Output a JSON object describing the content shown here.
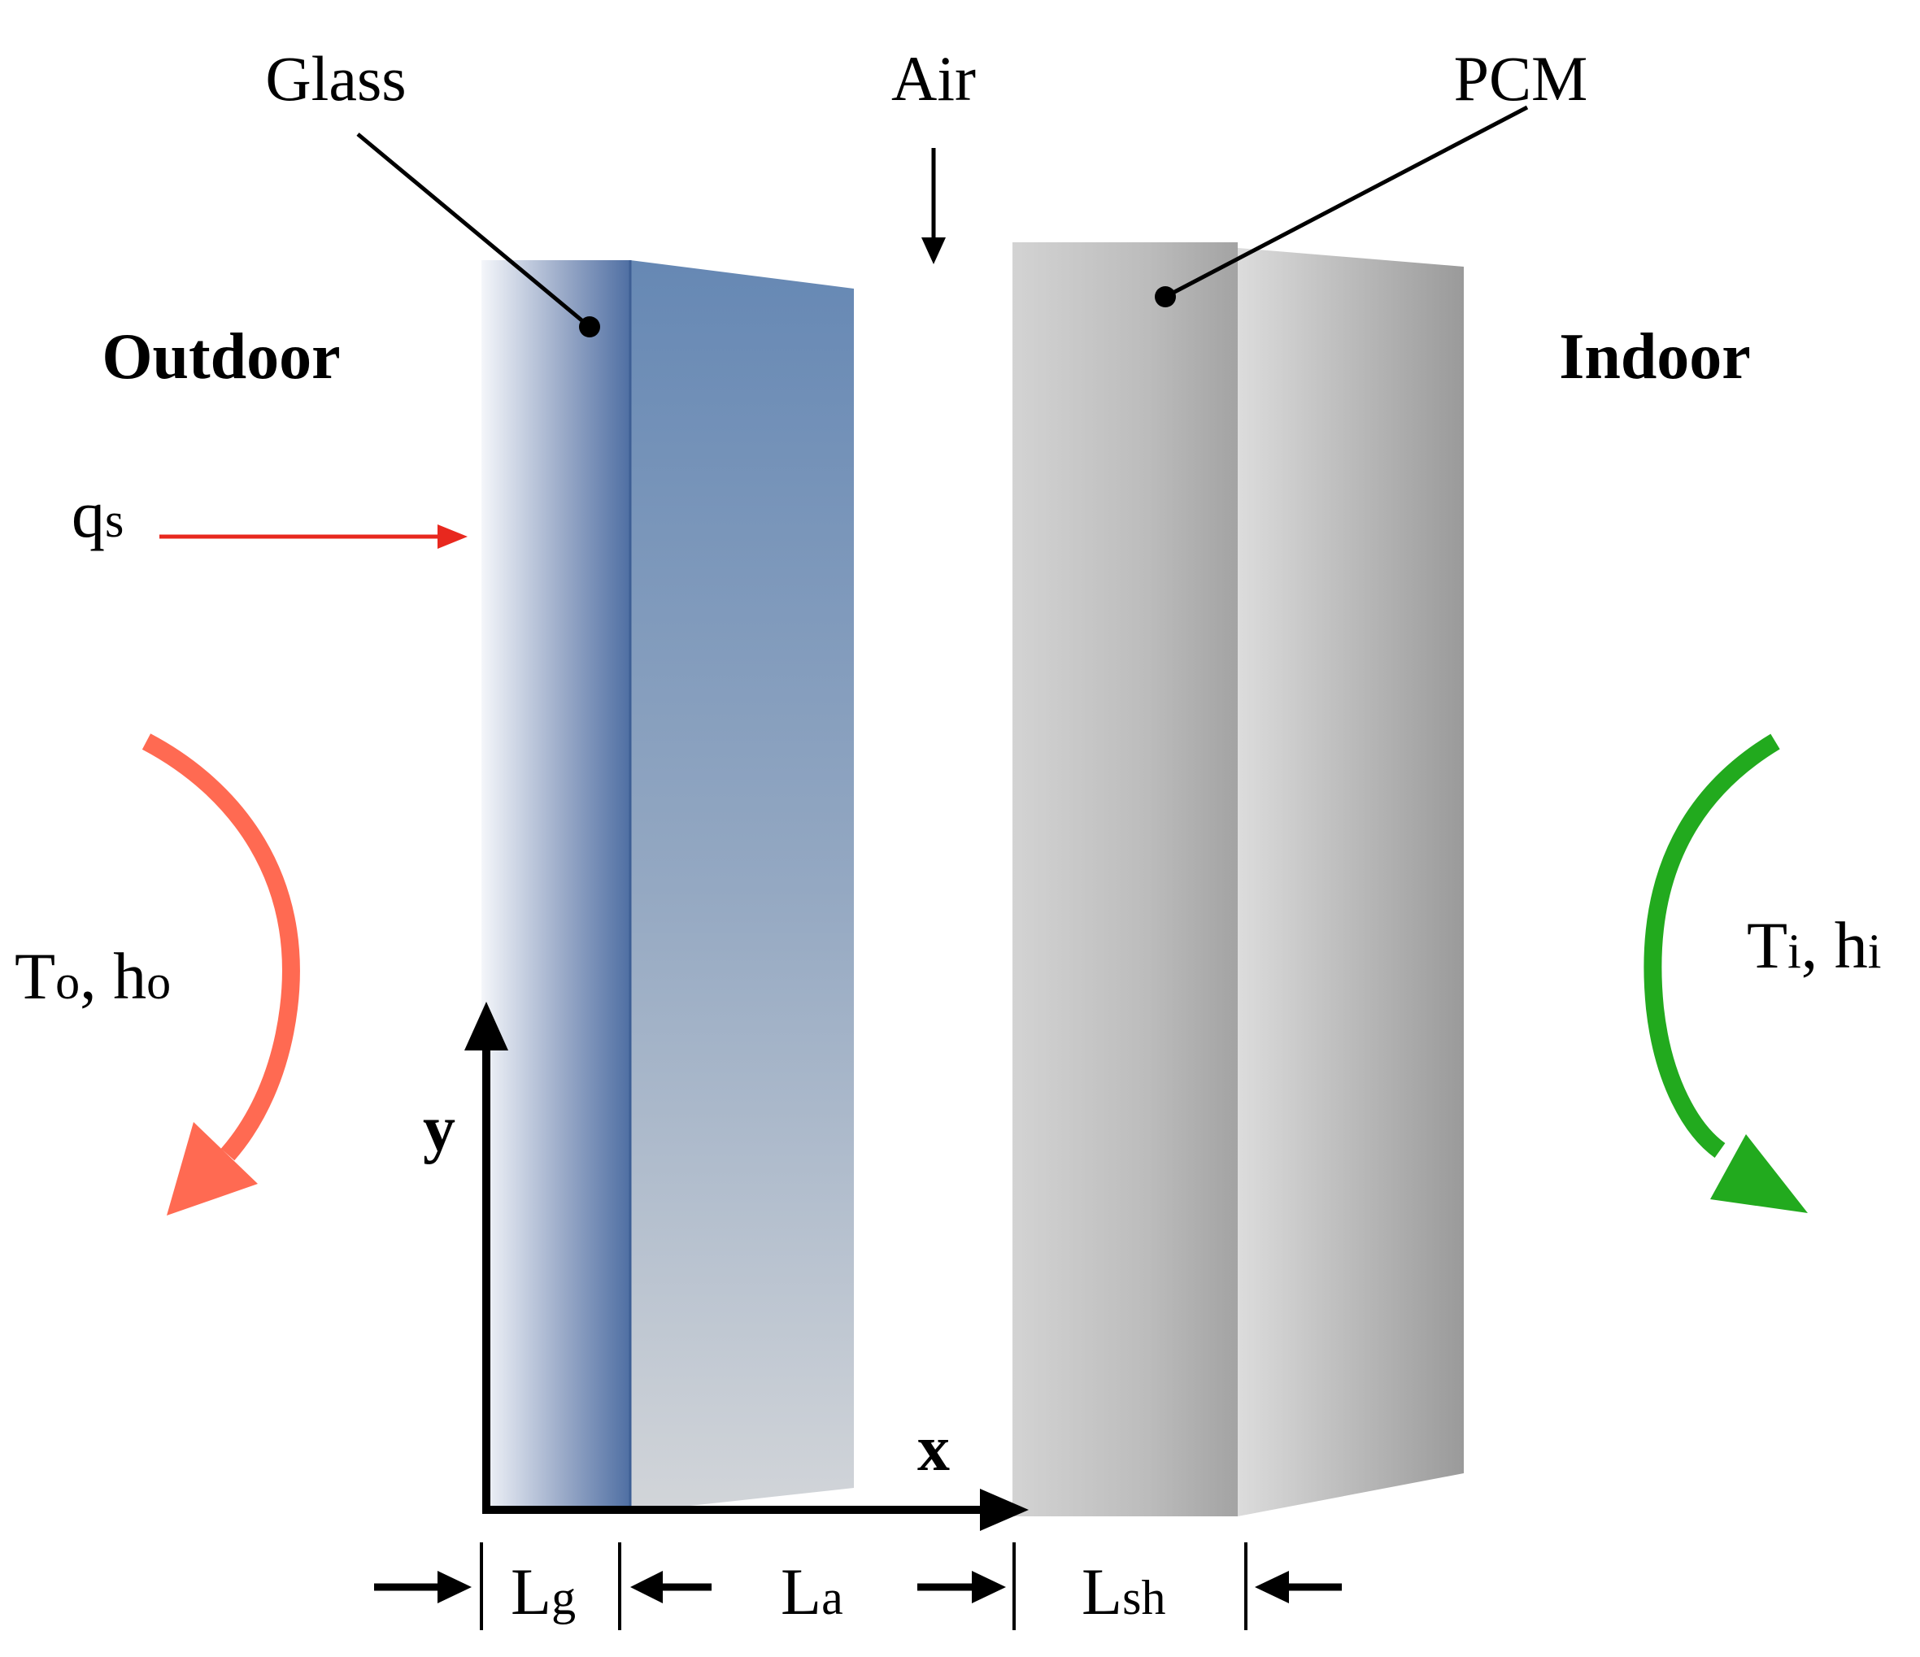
{
  "labels": {
    "glass": "Glass",
    "air": "Air",
    "pcm": "PCM",
    "outdoor": "Outdoor",
    "indoor": "Indoor",
    "solar_flux": {
      "main": "q",
      "sub": "s"
    },
    "outdoor_conditions": {
      "t": "T",
      "t_sub": "o",
      "sep": ", h",
      "h_sub": "o"
    },
    "indoor_conditions": {
      "t": "T",
      "t_sub": "i",
      "sep": ", h",
      "h_sub": "i"
    },
    "y_axis": "y",
    "x_axis": "x",
    "glass_thickness": {
      "main": "L",
      "sub": "g"
    },
    "air_gap_thickness": {
      "main": "L",
      "sub": "a"
    },
    "shutter_thickness": {
      "main": "L",
      "sub": "sh"
    }
  },
  "colors": {
    "glass_front_light": "#f4f6fa",
    "glass_front_dark": "#4f6fa3",
    "glass_side_top": "#6688b4",
    "glass_side_bottom": "#d2d5d9",
    "pcm_front_light": "#d3d3d3",
    "pcm_front_dark": "#a3a3a3",
    "pcm_side_light": "#dcdcdc",
    "pcm_side_dark": "#9a9a9a",
    "solar_arrow": "#e8281e",
    "outdoor_arrow": "#ff6a52",
    "indoor_arrow": "#22aa1e",
    "line": "#000000"
  }
}
